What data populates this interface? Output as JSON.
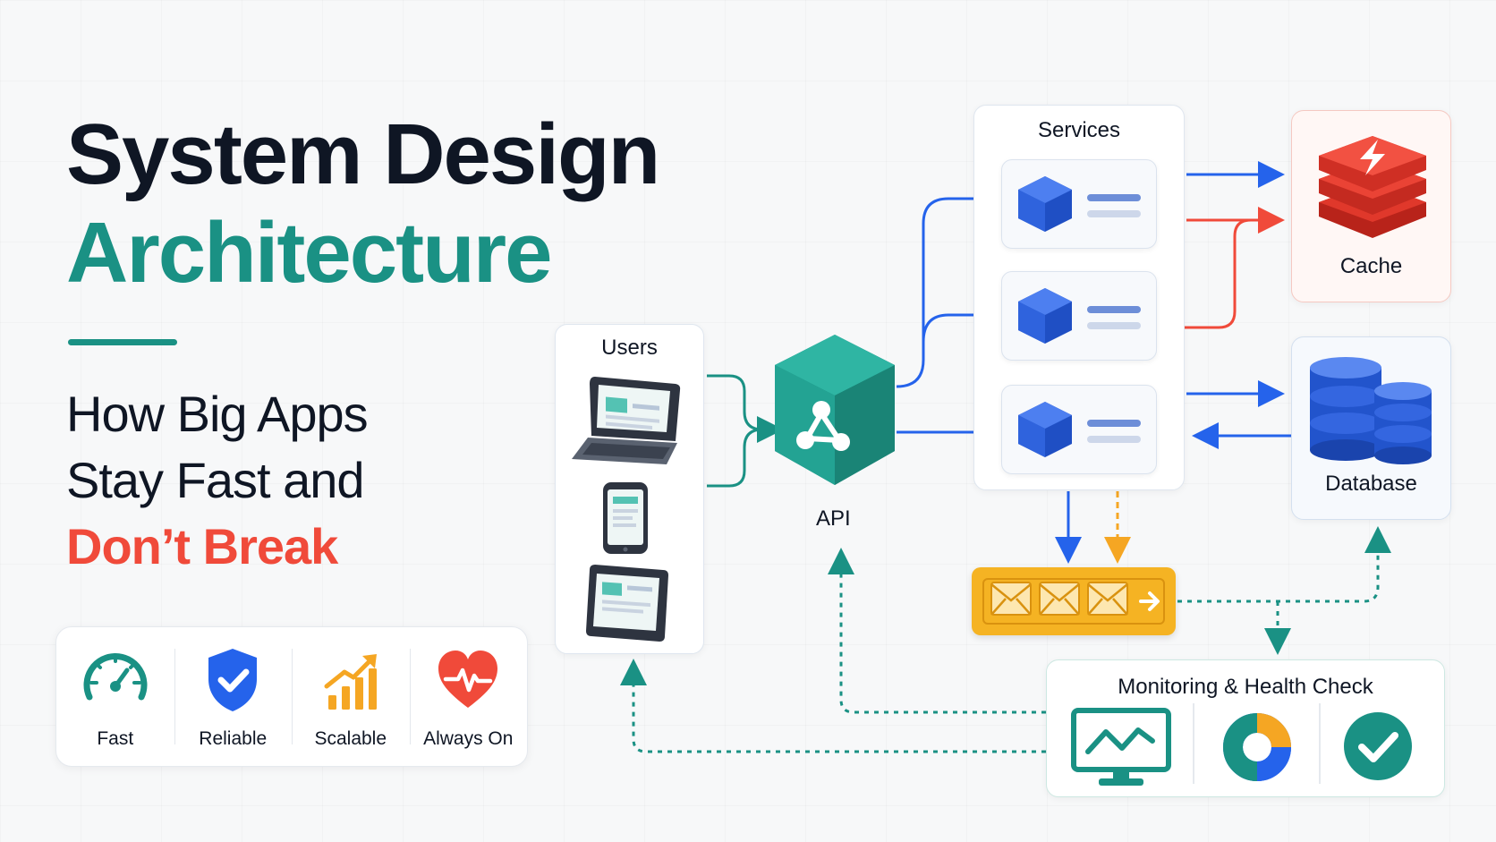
{
  "header": {
    "title": "System Design",
    "subtitle": "Architecture",
    "tagline_1": "How Big Apps",
    "tagline_2": "Stay Fast and",
    "tagline_3": "Don’t Break"
  },
  "badges": [
    {
      "label": "Fast",
      "icon": "speedometer-icon",
      "color": "#1a9184"
    },
    {
      "label": "Reliable",
      "icon": "shield-check-icon",
      "color": "#2563eb"
    },
    {
      "label": "Scalable",
      "icon": "growth-chart-icon",
      "color": "#f5a623"
    },
    {
      "label": "Always On",
      "icon": "heart-pulse-icon",
      "color": "#f04a3a"
    }
  ],
  "diagram": {
    "users": {
      "title": "Users",
      "icons": [
        "laptop-icon",
        "phone-icon",
        "tablet-icon"
      ]
    },
    "api": {
      "label": "API",
      "icon": "api-hub-icon"
    },
    "services": {
      "title": "Services",
      "count": 3,
      "icon": "service-cube-icon"
    },
    "cache": {
      "label": "Cache",
      "icon": "cache-stack-icon"
    },
    "database": {
      "label": "Database",
      "icon": "database-cylinders-icon"
    },
    "queue": {
      "icon": "message-queue-icon",
      "messages": 3
    },
    "monitoring": {
      "title": "Monitoring & Health Check",
      "icons": [
        "monitor-chart-icon",
        "donut-chart-icon",
        "check-circle-icon"
      ]
    }
  },
  "colors": {
    "teal": "#1a9184",
    "blue": "#2563eb",
    "red": "#f04a3a",
    "amber": "#f5a623",
    "ink": "#0f1624"
  }
}
